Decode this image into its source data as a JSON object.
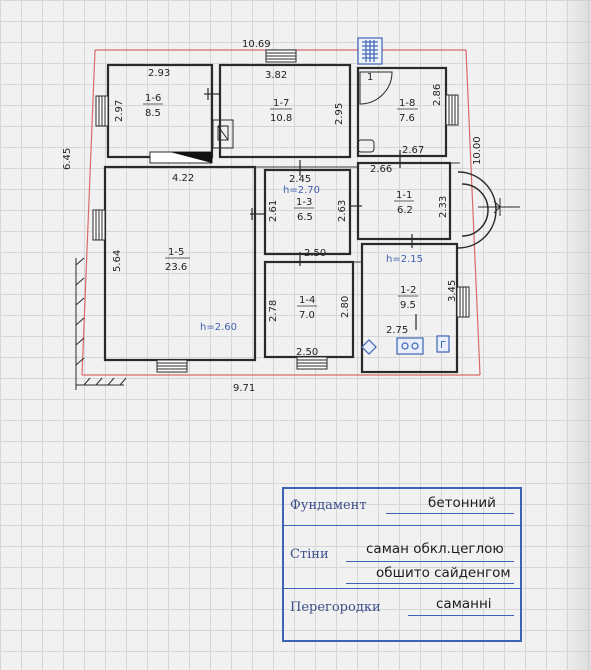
{
  "plan": {
    "dimensions": {
      "top_width": "10.69",
      "bottom_width": "9.71",
      "left_height": "6.45",
      "right_height": "10.00",
      "room_1_6_width": "2.93",
      "room_1_6_height": "2.97",
      "room_1_7_width": "3.82",
      "room_1_7_height": "2.95",
      "room_1_8_height": "2.86",
      "room_1_5_width": "4.22",
      "room_1_5_height": "5.64",
      "room_1_3_width": "2.45",
      "room_1_3_height_left": "2.61",
      "room_1_3_height_right": "2.63",
      "room_1_3_bottom": "2.50",
      "room_1_1_width_left": "2.66",
      "room_1_1_width_right": "2.67",
      "room_1_1_height": "2.33",
      "room_1_4_height_left": "2.78",
      "room_1_4_height_right": "2.80",
      "room_1_4_bottom": "2.50",
      "room_1_2_height": "3.45",
      "room_1_2_width": "2.75"
    },
    "ceiling_heights": {
      "h1": "h=2.70",
      "h2": "h=2.15",
      "h3": "h=2.60"
    },
    "rooms": [
      {
        "id": "1-6",
        "area": "8.5"
      },
      {
        "id": "1-7",
        "area": "10.8"
      },
      {
        "id": "1-8",
        "area": "7.6"
      },
      {
        "id": "1-5",
        "area": "23.6"
      },
      {
        "id": "1-3",
        "area": "6.5"
      },
      {
        "id": "1-1",
        "area": "6.2"
      },
      {
        "id": "1-4",
        "area": "7.0"
      },
      {
        "id": "1-2",
        "area": "9.5"
      }
    ],
    "stove_label": "Г",
    "toilet_label": "1"
  },
  "legend": {
    "foundation_label": "Фундамент",
    "foundation_value": "бетонний",
    "walls_label": "Стіни",
    "walls_value_1": "саман обкл.цеглою",
    "walls_value_2": "обшито сайденгом",
    "partitions_label": "Перегородки",
    "partitions_value": "саманні"
  },
  "colors": {
    "outline": "#d96a6a",
    "walls": "#2a2a2a",
    "accent_blue": "#3d64b4",
    "ceiling_height_text": "#3f5fb0"
  }
}
